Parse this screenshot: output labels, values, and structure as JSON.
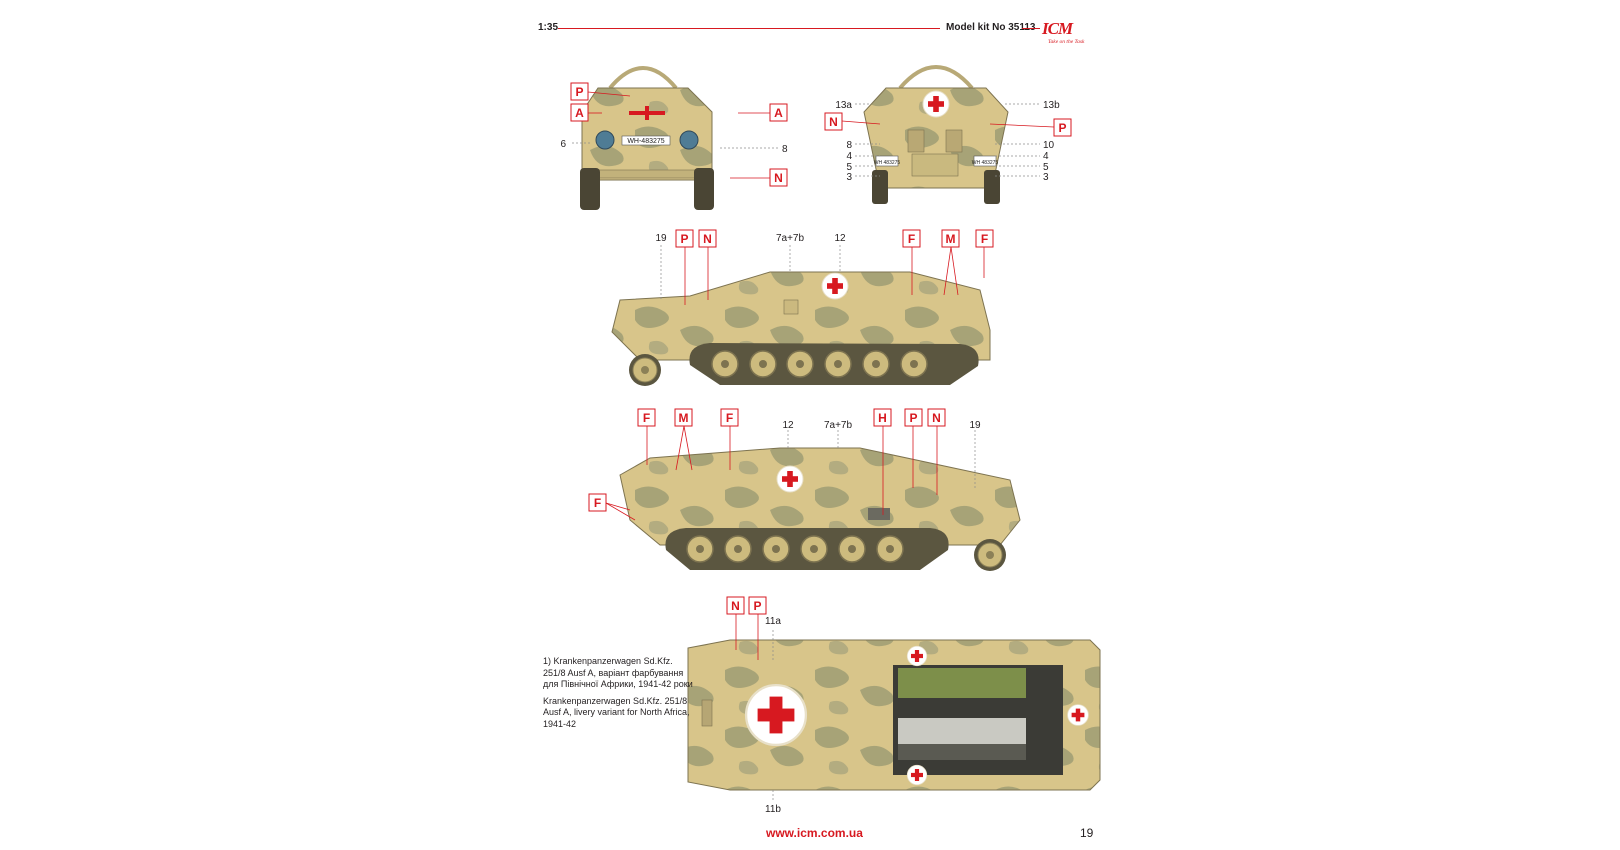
{
  "header": {
    "scale": "1:35",
    "kit": "Model kit No 35113",
    "logo": "ICM",
    "logo_tagline": "Take on the Task"
  },
  "footer": {
    "url": "www.icm.com.ua",
    "page_number": "19"
  },
  "caption": {
    "ua": "1) Krankenpanzerwagen Sd.Kfz. 251/8 Ausf A, варіант фарбування для Північної Африки, 1941-42 роки",
    "en": "Krankenpanzerwagen Sd.Kfz. 251/8 Ausf A, livery variant for North Africa, 1941-42"
  },
  "plates": {
    "front": {
      "flags": [
        "P",
        "A",
        "A",
        "N"
      ],
      "numbers": [
        "6",
        "8"
      ],
      "plate": "WH-483275"
    },
    "rear": {
      "flags": [
        "N",
        "P"
      ],
      "numbers_left": [
        "13a",
        "8",
        "4",
        "5",
        "3"
      ],
      "numbers_right": [
        "13b",
        "10",
        "4",
        "5",
        "3"
      ],
      "plate_left": "WH 483275",
      "plate_right": "WH 483275"
    },
    "side_left": {
      "flags": [
        "P",
        "N",
        "F",
        "M",
        "F"
      ],
      "numbers": [
        "19",
        "7a+7b",
        "12"
      ]
    },
    "side_right": {
      "flags": [
        "F",
        "M",
        "F",
        "H",
        "P",
        "N",
        "F"
      ],
      "numbers": [
        "12",
        "7a+7b",
        "19"
      ]
    },
    "top": {
      "flags": [
        "N",
        "P"
      ],
      "numbers": [
        "11a",
        "11b"
      ]
    }
  },
  "colors": {
    "accent": "#d71920",
    "sand": "#d8c58a",
    "camo_green": "#9a9a6c",
    "text": "#231f20"
  }
}
